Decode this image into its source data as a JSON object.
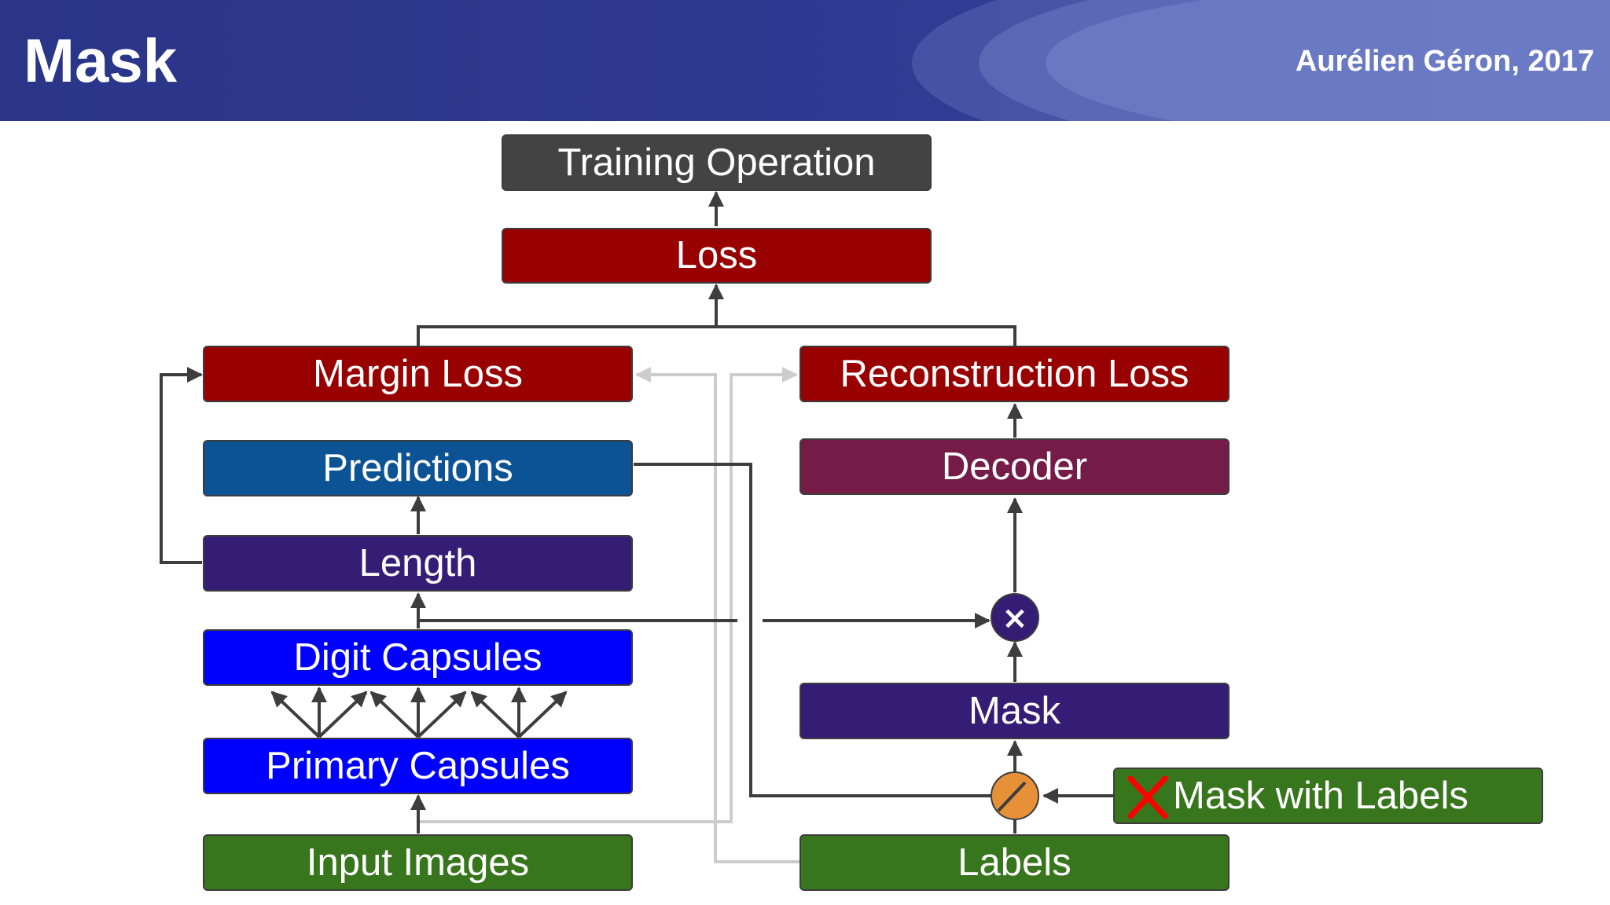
{
  "header": {
    "title": "Mask",
    "author": "Aurélien Géron, 2017"
  },
  "nodes": {
    "training_operation": "Training Operation",
    "loss": "Loss",
    "margin_loss": "Margin Loss",
    "reconstruction_loss": "Reconstruction Loss",
    "predictions": "Predictions",
    "decoder": "Decoder",
    "length": "Length",
    "digit_capsules": "Digit Capsules",
    "mask": "Mask",
    "primary_capsules": "Primary Capsules",
    "input_images": "Input Images",
    "labels": "Labels",
    "mask_with_labels": "Mask with Labels"
  },
  "operators": {
    "multiply": "×"
  },
  "icons": {
    "multiply": "multiply-icon",
    "switch": "switch-icon",
    "disabled": "red-x-icon"
  },
  "colors": {
    "header_bg": "#2f3b92",
    "training_operation": "#434343",
    "loss": "#990000",
    "margin_loss": "#990000",
    "reconstruction_loss": "#990000",
    "predictions": "#0b5394",
    "decoder": "#741b47",
    "length": "#351c75",
    "digit_capsules": "#0000ff",
    "primary_capsules": "#0000ff",
    "mask": "#351c75",
    "input_images": "#38761d",
    "labels": "#38761d",
    "mask_with_labels": "#38761d",
    "multiply_node": "#351c75",
    "switch_node": "#e69138",
    "red_x": "#ff0000",
    "edge": "#3d3d3d",
    "edge_light": "#cccccc"
  }
}
